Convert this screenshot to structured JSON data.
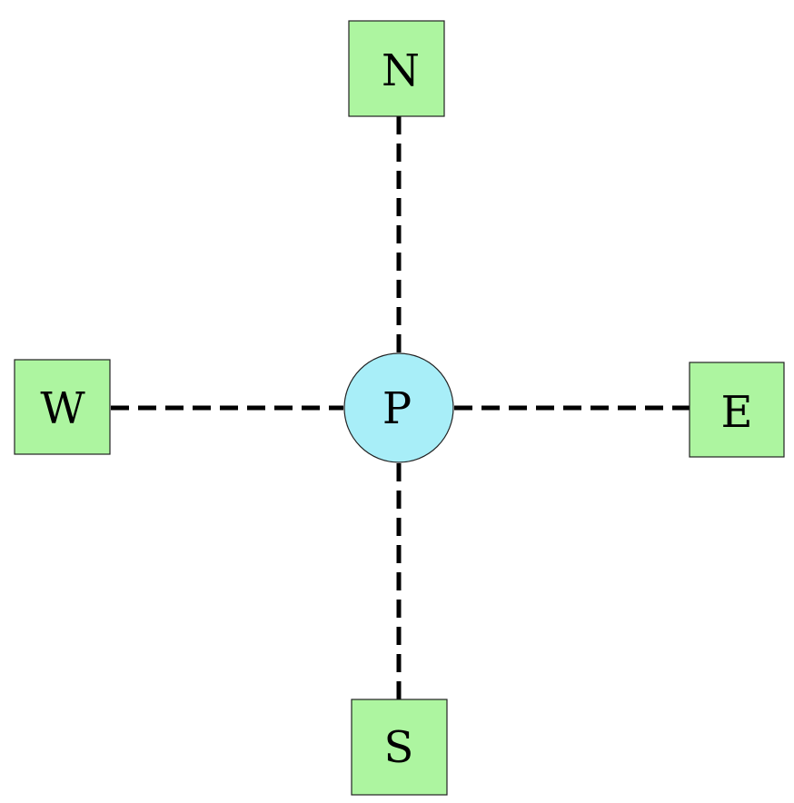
{
  "colors": {
    "box_fill": "#adf5a0",
    "circle_fill": "#a8eef8",
    "line": "#000000"
  },
  "nodes": {
    "center": {
      "label": "P",
      "shape": "circle"
    },
    "north": {
      "label": "N",
      "shape": "square"
    },
    "south": {
      "label": "S",
      "shape": "square"
    },
    "east": {
      "label": "E",
      "shape": "square"
    },
    "west": {
      "label": "W",
      "shape": "square"
    }
  },
  "edges": [
    {
      "from": "center",
      "to": "north",
      "style": "dashed"
    },
    {
      "from": "center",
      "to": "south",
      "style": "dashed"
    },
    {
      "from": "center",
      "to": "east",
      "style": "dashed"
    },
    {
      "from": "center",
      "to": "west",
      "style": "dashed"
    }
  ]
}
